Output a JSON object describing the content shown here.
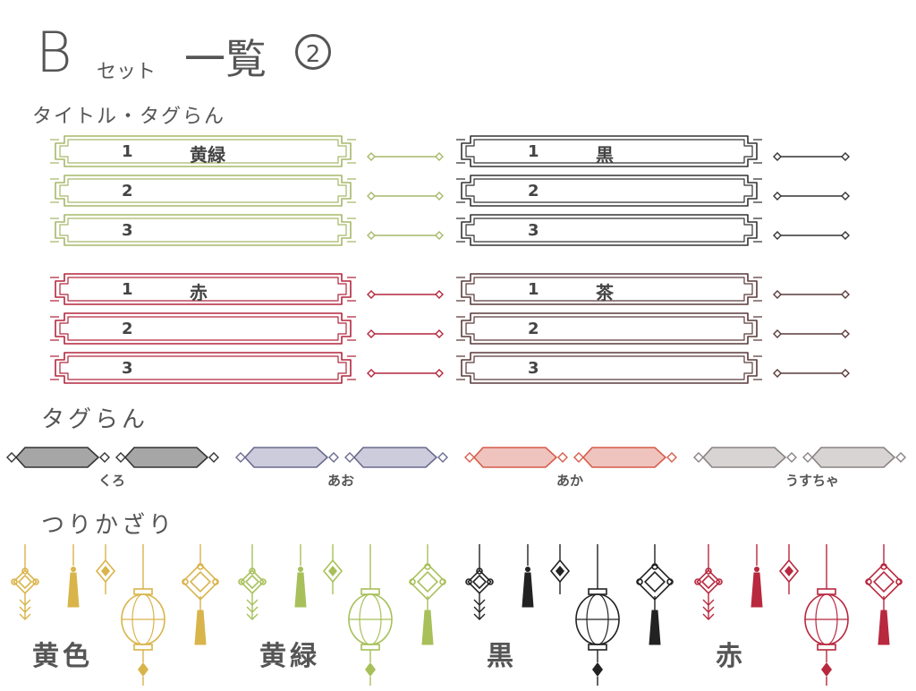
{
  "header": {
    "b": "B",
    "set": "セット",
    "main": "一覧",
    "num": "2"
  },
  "sections": {
    "title_tag": "タイトル・タグらん",
    "tag": "タグらん",
    "hang": "つりかざり"
  },
  "banners": {
    "green": {
      "color": "#a7b86a",
      "rows": [
        "1",
        "2",
        "3"
      ],
      "name": "黄緑"
    },
    "black": {
      "color": "#333333",
      "rows": [
        "1",
        "2",
        "3"
      ],
      "name": "黒"
    },
    "red": {
      "color": "#b2273d",
      "rows": [
        "1",
        "2",
        "3"
      ],
      "name": "赤"
    },
    "brown": {
      "color": "#5a3a3a",
      "rows": [
        "1",
        "2",
        "3"
      ],
      "name": "茶"
    }
  },
  "tags": [
    {
      "label": "くろ",
      "stroke": "#333333",
      "fill": "#a6a6a6"
    },
    {
      "label": "あお",
      "stroke": "#6a6a8e",
      "fill": "#ccccdc"
    },
    {
      "label": "あか",
      "stroke": "#d65c4a",
      "fill": "#f0c4be"
    },
    {
      "label": "うすちゃ",
      "stroke": "#8a8282",
      "fill": "#d8d4d4"
    }
  ],
  "ornaments": [
    {
      "label": "黄色",
      "color": "#d9b44a"
    },
    {
      "label": "黄緑",
      "color": "#a7c05a"
    },
    {
      "label": "黒",
      "color": "#222222"
    },
    {
      "label": "赤",
      "color": "#b8283e"
    }
  ]
}
